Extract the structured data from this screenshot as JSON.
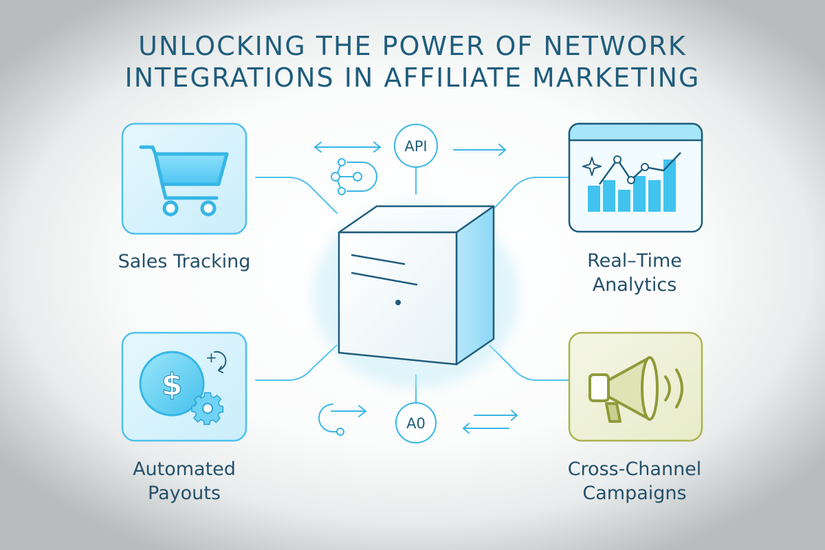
{
  "title": {
    "line1": "UNLOCKING THE POWER OF NETWORK",
    "line2": "INTEGRATIONS IN AFFILIATE MARKETING"
  },
  "cards": {
    "sales_tracking": {
      "label": "Sales Tracking",
      "icon": "shopping-cart-icon"
    },
    "realtime_analytics": {
      "label_line1": "Real–Time",
      "label_line2": "Analytics",
      "icon": "analytics-chart-icon"
    },
    "automated_payouts": {
      "label_line1": "Automated",
      "label_line2": "Payouts",
      "icon": "dollar-gear-icon"
    },
    "cross_channel": {
      "label_line1": "Cross-Channel",
      "label_line2": "Campaigns",
      "icon": "megaphone-icon"
    }
  },
  "connectors": {
    "top_badge": "API",
    "bottom_badge": "A0"
  },
  "colors": {
    "title": "#1f5d7d",
    "accent": "#36b6e6",
    "card_border": "#4cc1ee",
    "olive": "#8f9a3a"
  }
}
